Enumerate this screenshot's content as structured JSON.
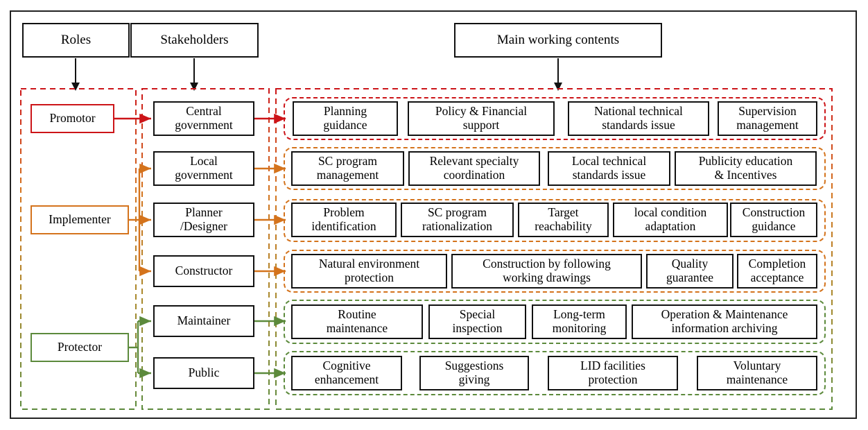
{
  "diagram": {
    "title_boxes": {
      "roles": "Roles",
      "stakeholders": "Stakeholders",
      "main_contents": "Main working contents"
    },
    "colors": {
      "promotor": "#cc1418",
      "implementer": "#d4731c",
      "protector": "#5c8a3c",
      "box_border": "#111111",
      "frame": "#222222"
    },
    "roles": [
      {
        "label": "Promotor",
        "color": "#cc1418"
      },
      {
        "label": "Implementer",
        "color": "#d4731c"
      },
      {
        "label": "Protector",
        "color": "#5c8a3c"
      }
    ],
    "stakeholders": [
      {
        "label": "Central\ngovernment",
        "line1": "Central",
        "line2": "government"
      },
      {
        "label": "Local\ngovernment",
        "line1": "Local",
        "line2": "government"
      },
      {
        "label": "Planner\n/Designer",
        "line1": "Planner",
        "line2": "/Designer"
      },
      {
        "label": "Constructor",
        "line1": "Constructor",
        "line2": ""
      },
      {
        "label": "Maintainer",
        "line1": "Maintainer",
        "line2": ""
      },
      {
        "label": "Public",
        "line1": "Public",
        "line2": ""
      }
    ],
    "rows": [
      {
        "stakeholder": "Central government",
        "color": "#cc1418",
        "items": [
          {
            "line1": "Planning",
            "line2": "guidance"
          },
          {
            "line1": "Policy & Financial",
            "line2": "support"
          },
          {
            "line1": "National technical",
            "line2": "standards issue"
          },
          {
            "line1": "Supervision",
            "line2": "management"
          }
        ]
      },
      {
        "stakeholder": "Local government",
        "color": "#d4731c",
        "items": [
          {
            "line1": "SC program",
            "line2": "management"
          },
          {
            "line1": "Relevant specialty",
            "line2": "coordination"
          },
          {
            "line1": "Local technical",
            "line2": "standards issue"
          },
          {
            "line1": "Publicity education",
            "line2": "& Incentives"
          }
        ]
      },
      {
        "stakeholder": "Planner /Designer",
        "color": "#d4731c",
        "items": [
          {
            "line1": "Problem",
            "line2": "identification"
          },
          {
            "line1": "SC program",
            "line2": "rationalization"
          },
          {
            "line1": "Target",
            "line2": "reachability"
          },
          {
            "line1": "local condition",
            "line2": "adaptation"
          },
          {
            "line1": "Construction",
            "line2": "guidance"
          }
        ]
      },
      {
        "stakeholder": "Constructor",
        "color": "#d4731c",
        "items": [
          {
            "line1": "Natural environment",
            "line2": "protection"
          },
          {
            "line1": "Construction by following",
            "line2": "working drawings"
          },
          {
            "line1": "Quality",
            "line2": "guarantee"
          },
          {
            "line1": "Completion",
            "line2": "acceptance"
          }
        ]
      },
      {
        "stakeholder": "Maintainer",
        "color": "#5c8a3c",
        "items": [
          {
            "line1": "Routine",
            "line2": "maintenance"
          },
          {
            "line1": "Special",
            "line2": "inspection"
          },
          {
            "line1": "Long-term",
            "line2": "monitoring"
          },
          {
            "line1": "Operation & Maintenance",
            "line2": "information archiving"
          }
        ]
      },
      {
        "stakeholder": "Public",
        "color": "#5c8a3c",
        "items": [
          {
            "line1": "Cognitive",
            "line2": "enhancement"
          },
          {
            "line1": "Suggestions",
            "line2": "giving"
          },
          {
            "line1": "LID facilities",
            "line2": "protection"
          },
          {
            "line1": "Voluntary",
            "line2": "maintenance"
          }
        ]
      }
    ]
  }
}
